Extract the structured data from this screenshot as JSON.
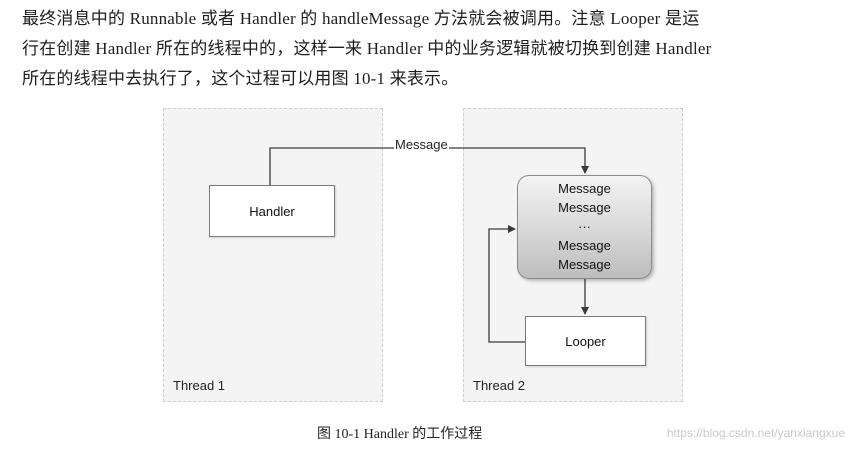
{
  "paragraph": {
    "lines": [
      "最终消息中的 Runnable 或者 Handler 的  handleMessage 方法就会被调用。注意 Looper 是运",
      "行在创建 Handler 所在的线程中的，这样一来 Handler 中的业务逻辑就被切换到创建 Handler",
      "所在的线程中去执行了，这个过程可以用图 10-1 来表示。"
    ]
  },
  "figure": {
    "thread1_label": "Thread 1",
    "thread2_label": "Thread 2",
    "handler_label": "Handler",
    "looper_label": "Looper",
    "edge_label": "Message",
    "queue_lines": [
      "Message",
      "Message",
      "···",
      "Message",
      "Message"
    ],
    "caption": "图 10-1   Handler 的工作过程"
  },
  "watermark": "https://blog.csdn.net/yanxiangxue"
}
